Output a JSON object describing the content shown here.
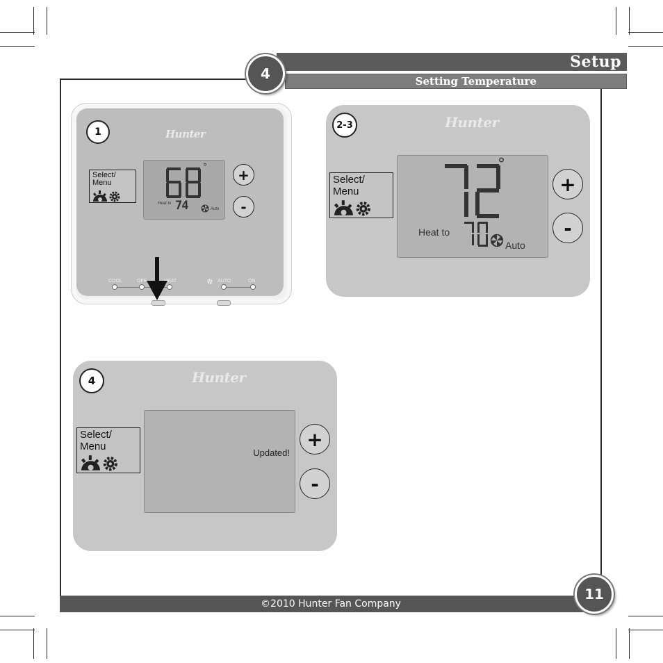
{
  "header": {
    "section_number": "4",
    "title": "Setup",
    "subtitle": "Setting Temperature"
  },
  "footer": {
    "copyright": "©2010 Hunter Fan Company",
    "page_number": "11"
  },
  "brand": "Hunter",
  "panels": [
    {
      "step": "1",
      "main_temp": "68",
      "degree": "°",
      "heat_label": "Heat to",
      "heat_temp": "74",
      "fan_label": "Auto",
      "select_label_1": "Select/",
      "select_label_2": "Menu",
      "plus": "+",
      "minus": "-",
      "switch_labels": [
        "COOL",
        "OFF",
        "HEAT",
        "AUTO",
        "ON"
      ]
    },
    {
      "step": "2-3",
      "main_temp": "72",
      "degree": "°",
      "heat_label": "Heat to",
      "heat_temp": "70",
      "fan_label": "Auto",
      "select_label_1": "Select/",
      "select_label_2": "Menu",
      "plus": "+",
      "minus": "-"
    },
    {
      "step": "4",
      "message": "Updated!",
      "select_label_1": "Select/",
      "select_label_2": "Menu",
      "plus": "+",
      "minus": "-"
    }
  ],
  "icons": [
    "gear-icon",
    "fan-icon",
    "arrow-down-icon"
  ]
}
